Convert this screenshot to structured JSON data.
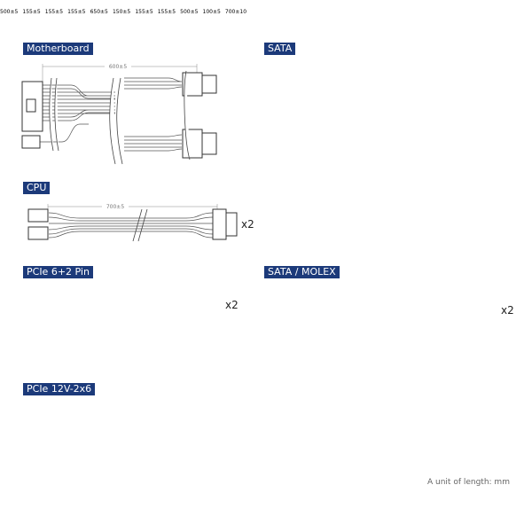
{
  "sections": {
    "motherboard": {
      "title": "Motherboard",
      "length": "600±5"
    },
    "sata": {
      "title": "SATA",
      "length": "500±5",
      "spacings": [
        "155±5",
        "155±5",
        "155±5"
      ]
    },
    "cpu": {
      "title": "CPU",
      "length": "700±5",
      "quantity": "x2"
    },
    "pcie_6_2": {
      "title": "PCIe 6+2 Pin",
      "length": "650±5",
      "branch": "150±5",
      "quantity": "x2"
    },
    "sata_molex": {
      "title": "SATA / MOLEX",
      "spacings": [
        "155±5",
        "155±5",
        "500±5"
      ],
      "branch": "100±5",
      "quantity": "x2"
    },
    "pcie_12v": {
      "title": "PCIe 12V-2x6",
      "length": "700±10"
    }
  },
  "footer": "A unit of length: mm",
  "colors": {
    "header_bg": "#1c3a7a"
  }
}
